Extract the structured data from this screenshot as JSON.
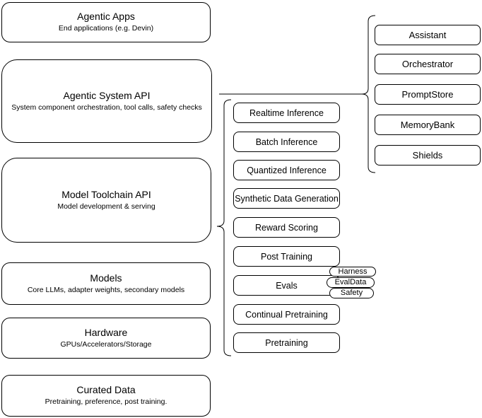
{
  "stack": [
    {
      "title": "Agentic Apps",
      "subtitle": "End applications (e.g. Devin)"
    },
    {
      "title": "Agentic System API",
      "subtitle": "System component orchestration, tool calls, safety checks"
    },
    {
      "title": "Model Toolchain API",
      "subtitle": "Model development & serving"
    },
    {
      "title": "Models",
      "subtitle": "Core LLMs, adapter weights, secondary models"
    },
    {
      "title": "Hardware",
      "subtitle": "GPUs/Accelerators/Storage"
    },
    {
      "title": "Curated Data",
      "subtitle": "Pretraining, preference, post training."
    }
  ],
  "toolchain": {
    "items": [
      "Realtime Inference",
      "Batch Inference",
      "Quantized Inference",
      "Synthetic Data Generation",
      "Reward Scoring",
      "Post Training",
      "Evals",
      "Continual Pretraining",
      "Pretraining"
    ]
  },
  "components": {
    "items": [
      "Assistant",
      "Orchestrator",
      "PromptStore",
      "MemoryBank",
      "Shields"
    ]
  },
  "evals": {
    "pills": [
      "Harness",
      "EvalData",
      "Safety"
    ]
  },
  "colors": {
    "stroke": "#000000",
    "fill": "#ffffff",
    "text": "#000000"
  }
}
